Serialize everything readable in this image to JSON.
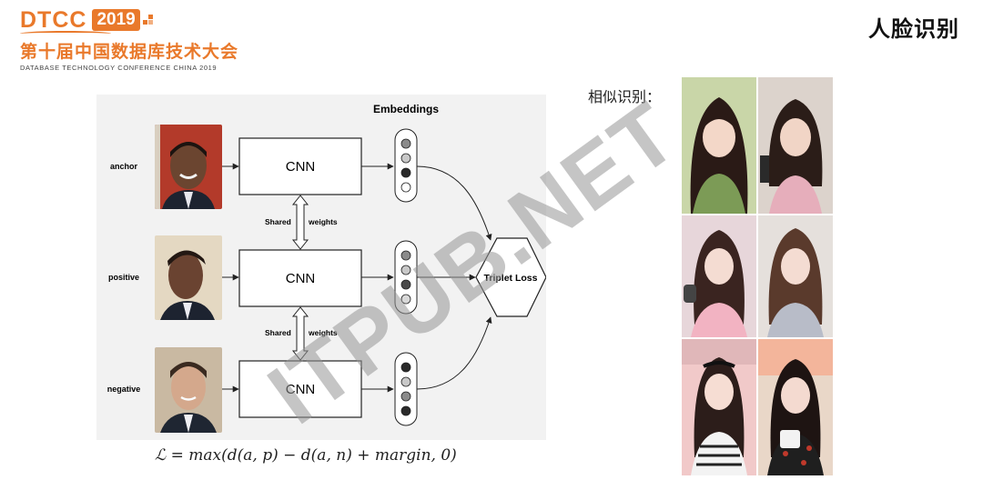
{
  "header": {
    "logo_brand": "DTCC",
    "logo_year": "2019",
    "logo_subtitle": "第十届中国数据库技术大会",
    "logo_tagline": "DATABASE  TECHNOLOGY  CONFERENCE CHINA 2019",
    "page_title": "人脸识别"
  },
  "diagram": {
    "embeddings_title": "Embeddings",
    "rows": [
      {
        "label": "anchor",
        "network": "CNN",
        "embedding": [
          "gray",
          "light",
          "dark",
          "white"
        ]
      },
      {
        "label": "positive",
        "network": "CNN",
        "embedding": [
          "gray",
          "light",
          "dark",
          "light"
        ]
      },
      {
        "label": "negative",
        "network": "CNN",
        "embedding": [
          "dark",
          "light",
          "gray",
          "dark"
        ]
      }
    ],
    "shared_left": "Shared",
    "shared_right": "weights",
    "loss_label": "Triplet Loss",
    "formula": "ℒ = max(d(a, p) − d(a, n) + margin, 0)"
  },
  "watermark": "ITPUB.NET",
  "similar": {
    "label": "相似识别："
  },
  "colors": {
    "brand_orange": "#e9792b",
    "panel_bg": "#f2f2f2"
  }
}
